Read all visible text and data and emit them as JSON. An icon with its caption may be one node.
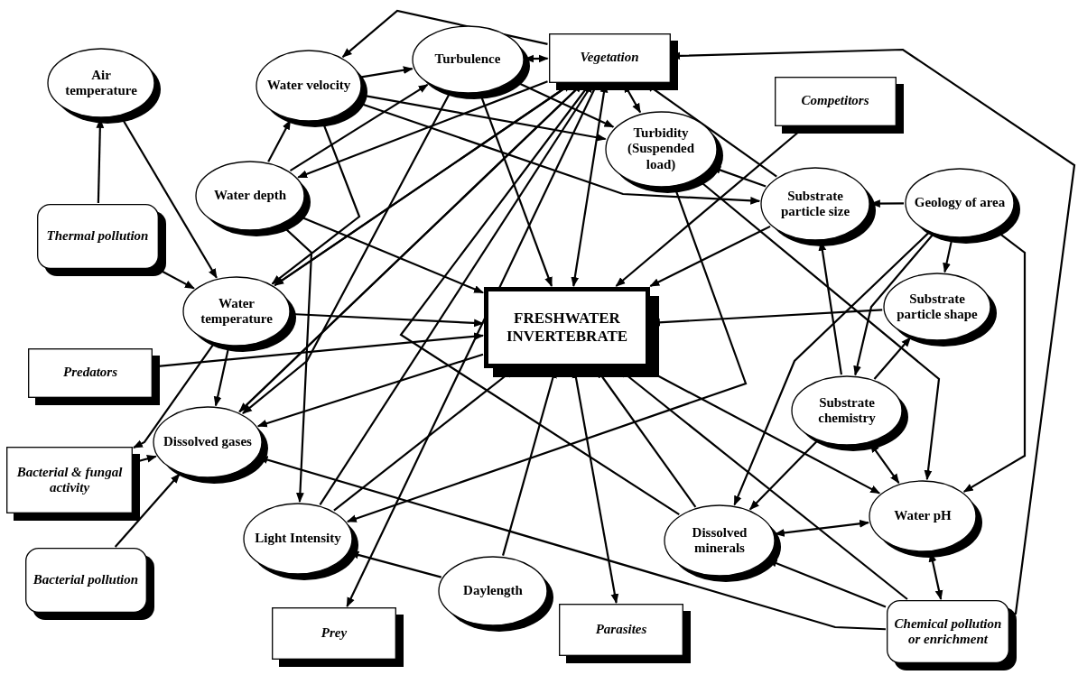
{
  "diagram": {
    "nodes": [
      {
        "text": [
          "Air temperature"
        ]
      },
      {
        "text": [
          "Water velocity"
        ]
      },
      {
        "text": [
          "Turbulence"
        ]
      },
      {
        "text": [
          "Vegetation"
        ]
      },
      {
        "text": [
          "Competitors"
        ]
      },
      {
        "text": [
          "Thermal pollution"
        ]
      },
      {
        "text": [
          "Water depth"
        ]
      },
      {
        "text": [
          "Turbidity (Suspended load)"
        ]
      },
      {
        "text": [
          "Substrate particle size"
        ]
      },
      {
        "text": [
          "Geology of area"
        ]
      },
      {
        "text": [
          "Water temperature"
        ]
      },
      {
        "text": [
          "FRESHWATER INVERTEBRATE"
        ]
      },
      {
        "text": [
          "Substrate particle shape"
        ]
      },
      {
        "text": [
          "Predators"
        ]
      },
      {
        "text": [
          "Dissolved gases"
        ]
      },
      {
        "text": [
          "Bacterial & fungal activity"
        ]
      },
      {
        "text": [
          "Substrate chemistry"
        ]
      },
      {
        "text": [
          "Water pH"
        ]
      },
      {
        "text": [
          "Light Intensity"
        ]
      },
      {
        "text": [
          "Dissolved minerals"
        ]
      },
      {
        "text": [
          "Bacterial pollution"
        ]
      },
      {
        "text": [
          "Daylength"
        ]
      },
      {
        "text": [
          "Prey"
        ]
      },
      {
        "text": [
          "Parasites"
        ]
      },
      {
        "text": [
          "Chemical pollution or enrichment"
        ]
      }
    ],
    "edges": [
      {
        "from": 5,
        "to": 0,
        "arrow": "to"
      },
      {
        "from": 0,
        "to": 10,
        "arrow": "to"
      },
      {
        "from": 5,
        "to": 10,
        "arrow": "to"
      },
      {
        "from": 6,
        "to": 1,
        "arrow": "to"
      },
      {
        "from": 1,
        "to": 2,
        "arrow": "to"
      },
      {
        "from": 2,
        "to": 3,
        "arrow": "both"
      },
      {
        "from": 3,
        "to": 1,
        "arrow": "to"
      },
      {
        "from": 1,
        "to": 7,
        "arrow": "to"
      },
      {
        "from": 1,
        "to": 8,
        "arrow": "to"
      },
      {
        "from": 1,
        "to": 10,
        "arrow": "to"
      },
      {
        "from": 6,
        "to": 2,
        "arrow": "to"
      },
      {
        "from": 3,
        "to": 6,
        "arrow": "to"
      },
      {
        "from": 6,
        "to": 11,
        "arrow": "to"
      },
      {
        "from": 6,
        "to": 18,
        "arrow": "to"
      },
      {
        "from": 3,
        "to": 10,
        "arrow": "to"
      },
      {
        "from": 2,
        "to": 14,
        "arrow": "to"
      },
      {
        "from": 2,
        "to": 11,
        "arrow": "to"
      },
      {
        "from": 3,
        "to": 14,
        "arrow": "to"
      },
      {
        "from": 10,
        "to": 11,
        "arrow": "to"
      },
      {
        "from": 10,
        "to": 14,
        "arrow": "to"
      },
      {
        "from": 10,
        "to": 15,
        "arrow": "to"
      },
      {
        "from": 13,
        "to": 11,
        "arrow": "to"
      },
      {
        "from": 11,
        "to": 14,
        "arrow": "to"
      },
      {
        "from": 15,
        "to": 14,
        "arrow": "to"
      },
      {
        "from": 20,
        "to": 14,
        "arrow": "to"
      },
      {
        "from": 18,
        "to": 3,
        "arrow": "to"
      },
      {
        "from": 18,
        "to": 11,
        "arrow": "to"
      },
      {
        "from": 21,
        "to": 18,
        "arrow": "to"
      },
      {
        "from": 21,
        "to": 11,
        "arrow": "to"
      },
      {
        "from": 3,
        "to": 22,
        "arrow": "to"
      },
      {
        "from": 11,
        "to": 23,
        "arrow": "both"
      },
      {
        "from": 19,
        "to": 11,
        "arrow": "to"
      },
      {
        "from": 19,
        "to": 17,
        "arrow": "both"
      },
      {
        "from": 24,
        "to": 19,
        "arrow": "to"
      },
      {
        "from": 24,
        "to": 17,
        "arrow": "both"
      },
      {
        "from": 24,
        "to": 11,
        "arrow": "to"
      },
      {
        "from": 24,
        "to": 14,
        "arrow": "to"
      },
      {
        "from": 24,
        "to": 3,
        "arrow": "to"
      },
      {
        "from": 7,
        "to": 17,
        "arrow": "to"
      },
      {
        "from": 7,
        "to": 18,
        "arrow": "to"
      },
      {
        "from": 19,
        "to": 3,
        "arrow": "to"
      },
      {
        "from": 8,
        "to": 3,
        "arrow": "to"
      },
      {
        "from": 8,
        "to": 7,
        "arrow": "to"
      },
      {
        "from": 9,
        "to": 8,
        "arrow": "to"
      },
      {
        "from": 9,
        "to": 12,
        "arrow": "to"
      },
      {
        "from": 9,
        "to": 17,
        "arrow": "to"
      },
      {
        "from": 9,
        "to": 19,
        "arrow": "to"
      },
      {
        "from": 9,
        "to": 16,
        "arrow": "to"
      },
      {
        "from": 8,
        "to": 11,
        "arrow": "to"
      },
      {
        "from": 12,
        "to": 11,
        "arrow": "to"
      },
      {
        "from": 16,
        "to": 8,
        "arrow": "to"
      },
      {
        "from": 16,
        "to": 12,
        "arrow": "to"
      },
      {
        "from": 16,
        "to": 17,
        "arrow": "both"
      },
      {
        "from": 16,
        "to": 19,
        "arrow": "to"
      },
      {
        "from": 4,
        "to": 11,
        "arrow": "to"
      },
      {
        "from": 11,
        "to": 17,
        "arrow": "both"
      },
      {
        "from": 3,
        "to": 7,
        "arrow": "both"
      },
      {
        "from": 3,
        "to": 11,
        "arrow": "both"
      },
      {
        "from": 2,
        "to": 7,
        "arrow": "to"
      },
      {
        "from": 10,
        "to": 3,
        "arrow": "to"
      },
      {
        "from": 14,
        "to": 3,
        "arrow": "to"
      }
    ]
  }
}
